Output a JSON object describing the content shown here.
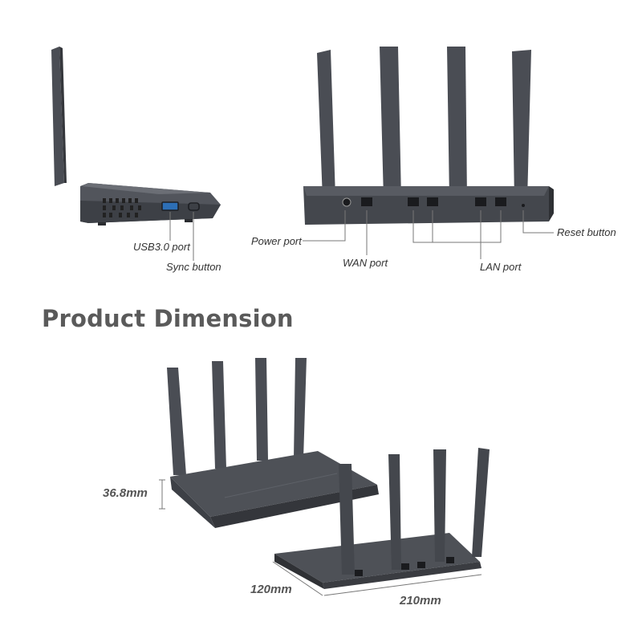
{
  "side_view": {
    "usb_label": "USB3.0 port",
    "sync_label": "Sync button"
  },
  "rear_view": {
    "power_label": "Power port",
    "wan_label": "WAN port",
    "lan_label": "LAN port",
    "reset_label": "Reset button"
  },
  "dimension_section": {
    "title": "Product Dimension",
    "height": "36.8mm",
    "depth": "120mm",
    "width": "210mm"
  },
  "colors": {
    "device_body": "#4a4d54",
    "device_dark": "#35373c",
    "leader_line": "#777777",
    "heading": "#5a5a5a"
  }
}
